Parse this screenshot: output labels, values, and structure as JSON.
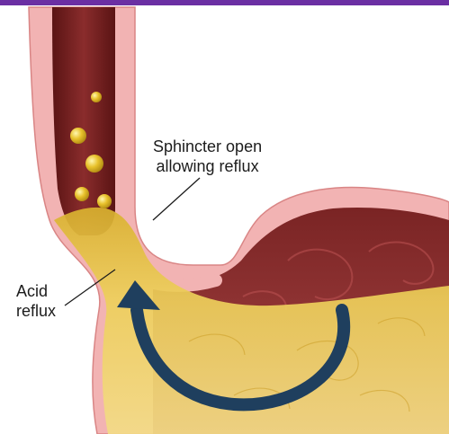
{
  "labels": {
    "sphincter": {
      "line1": "Sphincter open",
      "line2": "allowing reflux"
    },
    "acid": {
      "line1": "Acid",
      "line2": "reflux"
    }
  },
  "colors": {
    "top_bar": "#6b2fa3",
    "tissue_pink": "#f2b3b3",
    "tissue_outline": "#d98585",
    "lumen_dark": "#6e1f1f",
    "stomach_lining": "#9e3a3a",
    "acid_yellow": "#e6c340",
    "arrow_navy": "#1f3f5e"
  },
  "icons": {
    "bubbles": "acid-bubble-icon",
    "arrow": "reflux-arrow-icon"
  }
}
